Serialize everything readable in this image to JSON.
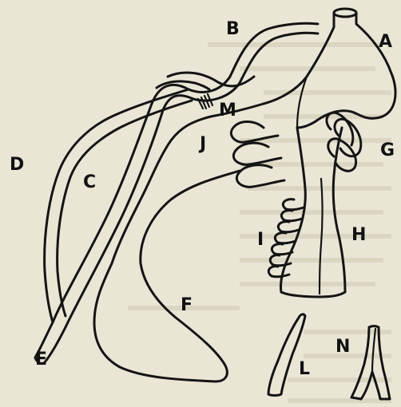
{
  "labels": {
    "A": "A",
    "B": "B",
    "C": "C",
    "D": "D",
    "E": "E",
    "F": "F",
    "G": "G",
    "H": "H",
    "I": "I",
    "J": "J",
    "L": "L",
    "M": "M",
    "N": "N"
  },
  "colors": {
    "paper": "#eae6d6",
    "ink": "#141414",
    "show_through": "#c9c3ad"
  }
}
